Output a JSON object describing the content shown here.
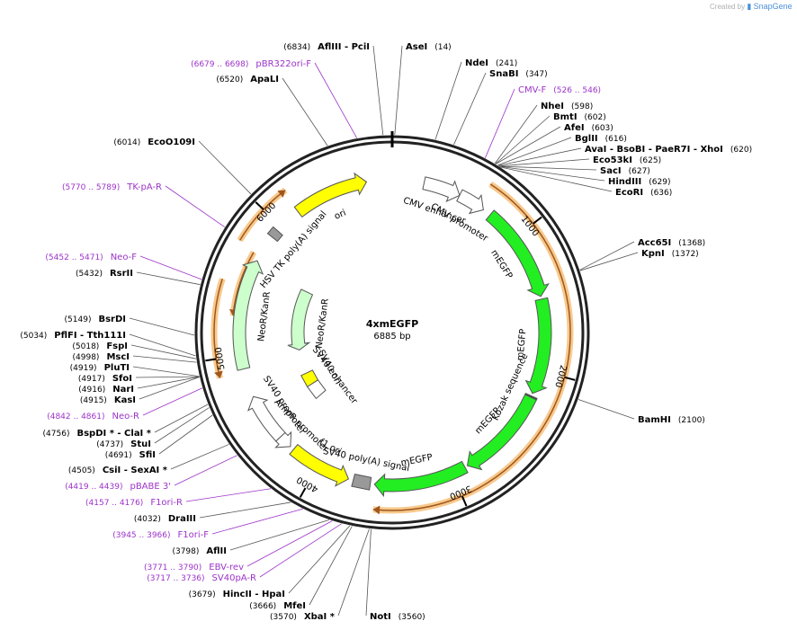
{
  "credit": {
    "prefix": "Created by",
    "brand": "SnapGene"
  },
  "plasmid": {
    "name": "4xmEGFP",
    "length_label": "6885 bp",
    "length": 6885
  },
  "ticks": [
    {
      "pos": 1000,
      "label": "1000"
    },
    {
      "pos": 2000,
      "label": "2000"
    },
    {
      "pos": 3000,
      "label": "3000"
    },
    {
      "pos": 4000,
      "label": "4000"
    },
    {
      "pos": 5000,
      "label": "5000"
    },
    {
      "pos": 6000,
      "label": "6000"
    }
  ],
  "enzymes_right": [
    {
      "name": "AseI",
      "pos": "(14)",
      "site": 14
    },
    {
      "name": "NdeI",
      "pos": "(241)",
      "site": 241
    },
    {
      "name": "SnaBI",
      "pos": "(347)",
      "site": 347
    },
    {
      "name": "NheI",
      "pos": "(598)",
      "site": 598
    },
    {
      "name": "BmtI",
      "pos": "(602)",
      "site": 602
    },
    {
      "name": "AfeI",
      "pos": "(603)",
      "site": 603
    },
    {
      "name": "BglII",
      "pos": "(616)",
      "site": 616
    },
    {
      "name": "AvaI  -  BsoBI  -  PaeR7I  -  XhoI",
      "pos": "(620)",
      "site": 620
    },
    {
      "name": "Eco53kI",
      "pos": "(625)",
      "site": 625
    },
    {
      "name": "SacI",
      "pos": "(627)",
      "site": 627
    },
    {
      "name": "HindIII",
      "pos": "(629)",
      "site": 629
    },
    {
      "name": "EcoRI",
      "pos": "(636)",
      "site": 636
    },
    {
      "name": "Acc65I",
      "pos": "(1368)",
      "site": 1368
    },
    {
      "name": "KpnI",
      "pos": "(1372)",
      "site": 1372
    },
    {
      "name": "BamHI",
      "pos": "(2100)",
      "site": 2100
    },
    {
      "name": "NotI",
      "pos": "(3560)",
      "site": 3560
    }
  ],
  "enzymes_left": [
    {
      "name": "AflIII  -  PciI",
      "pos": "(6834)",
      "site": 6834
    },
    {
      "name": "ApaLI",
      "pos": "(6520)",
      "site": 6520
    },
    {
      "name": "EcoO109I",
      "pos": "(6014)",
      "site": 6014
    },
    {
      "name": "RsrII",
      "pos": "(5432)",
      "site": 5432
    },
    {
      "name": "BsrDI",
      "pos": "(5149)",
      "site": 5149
    },
    {
      "name": "PflFI  -  Tth111I",
      "pos": "(5034)",
      "site": 5034
    },
    {
      "name": "FspI",
      "pos": "(5018)",
      "site": 5018
    },
    {
      "name": "MscI",
      "pos": "(4998)",
      "site": 4998
    },
    {
      "name": "PluTI",
      "pos": "(4919)",
      "site": 4919
    },
    {
      "name": "SfoI",
      "pos": "(4917)",
      "site": 4917
    },
    {
      "name": "NarI",
      "pos": "(4916)",
      "site": 4916
    },
    {
      "name": "KasI",
      "pos": "(4915)",
      "site": 4915
    },
    {
      "name": "BspDI *  -  ClaI *",
      "pos": "(4756)",
      "site": 4756
    },
    {
      "name": "StuI",
      "pos": "(4737)",
      "site": 4737
    },
    {
      "name": "SfiI",
      "pos": "(4691)",
      "site": 4691
    },
    {
      "name": "CsiI  -  SexAI *",
      "pos": "(4505)",
      "site": 4505
    },
    {
      "name": "DraIII",
      "pos": "(4032)",
      "site": 4032
    },
    {
      "name": "AflII",
      "pos": "(3798)",
      "site": 3798
    },
    {
      "name": "HincII  -  HpaI",
      "pos": "(3679)",
      "site": 3679
    },
    {
      "name": "MfeI",
      "pos": "(3666)",
      "site": 3666
    },
    {
      "name": "XbaI *",
      "pos": "(3570)",
      "site": 3570
    }
  ],
  "primers": [
    {
      "name": "pBR322ori-F",
      "range": "(6679 .. 6698)",
      "site": 6688
    },
    {
      "name": "CMV-F",
      "range": "(526 .. 546)",
      "site": 536
    },
    {
      "name": "TK-pA-R",
      "range": "(5770 .. 5789)",
      "site": 5780
    },
    {
      "name": "Neo-F",
      "range": "(5452 .. 5471)",
      "site": 5462
    },
    {
      "name": "Neo-R",
      "range": "(4842 .. 4861)",
      "site": 4852
    },
    {
      "name": "pBABE 3'",
      "range": "(4419 .. 4439)",
      "site": 4429
    },
    {
      "name": "F1ori-R",
      "range": "(4157 .. 4176)",
      "site": 4166
    },
    {
      "name": "F1ori-F",
      "range": "(3945 .. 3966)",
      "site": 3956
    },
    {
      "name": "EBV-rev",
      "range": "(3771 .. 3790)",
      "site": 3780
    },
    {
      "name": "SV40pA-R",
      "range": "(3717 .. 3736)",
      "site": 3726
    }
  ],
  "features": [
    {
      "name": "ori",
      "start": 6160,
      "end": 6700,
      "dir": 1,
      "color": "#ffff00",
      "ring": 170
    },
    {
      "name": "CMV enhancer",
      "start": 230,
      "end": 500,
      "dir": 1,
      "color": "#ffffff",
      "ring": 170
    },
    {
      "name": "CMV promoter",
      "start": 500,
      "end": 700,
      "dir": 1,
      "color": "#ffffff",
      "ring": 170
    },
    {
      "name": "mEGFP",
      "start": 760,
      "end": 1460,
      "dir": 1,
      "color": "#22ee22",
      "ring": 170
    },
    {
      "name": "mEGFP",
      "start": 1480,
      "end": 2170,
      "dir": 1,
      "color": "#22ee22",
      "ring": 170
    },
    {
      "name": "mEGFP",
      "start": 2200,
      "end": 2880,
      "dir": 1,
      "color": "#22ee22",
      "ring": 170
    },
    {
      "name": "mEGFP",
      "start": 2900,
      "end": 3570,
      "dir": 1,
      "color": "#22ee22",
      "ring": 170
    },
    {
      "name": "Kozak sequence",
      "start": 2190,
      "end": 2200,
      "dir": 0,
      "color": "#444444",
      "ring": 170
    },
    {
      "name": "SV40 poly(A) signal",
      "start": 3600,
      "end": 3725,
      "dir": 0,
      "color": "#999999",
      "ring": 170
    },
    {
      "name": "f1 ori",
      "start": 3760,
      "end": 4210,
      "dir": -1,
      "color": "#ffff00",
      "ring": 170
    },
    {
      "name": "AmpR promoter",
      "start": 4240,
      "end": 4340,
      "dir": -1,
      "color": "#ffffff",
      "ring": 170
    },
    {
      "name": "SV40 promoter",
      "start": 4340,
      "end": 4690,
      "dir": 1,
      "color": "#ffffff",
      "ring": 170
    },
    {
      "name": "NeoR/KanR",
      "start": 4900,
      "end": 5700,
      "dir": 1,
      "color": "#ccffcc",
      "ring": 170
    },
    {
      "name": "HSV TK poly(A) signal",
      "start": 5900,
      "end": 5960,
      "dir": 0,
      "color": "#999999",
      "ring": 170
    },
    {
      "name": "NeoR/KanR",
      "start": 4960,
      "end": 5650,
      "dir": -1,
      "color": "#ccffcc",
      "ring": 105
    },
    {
      "name": "SV40 ori",
      "start": 4540,
      "end": 4680,
      "dir": 0,
      "color": "#ffff00",
      "ring": 105
    },
    {
      "name": "SV40 enhancer",
      "start": 4380,
      "end": 4540,
      "dir": 0,
      "color": "#ffffff",
      "ring": 105
    }
  ],
  "orfs": [
    {
      "start": 640,
      "end": 3560,
      "dir": 1,
      "ring": 198
    },
    {
      "start": 5280,
      "end": 5740,
      "dir": -1,
      "ring": 178
    },
    {
      "start": 4880,
      "end": 5500,
      "dir": -1,
      "ring": 198
    },
    {
      "start": 5760,
      "end": 6180,
      "dir": 1,
      "ring": 198
    }
  ]
}
